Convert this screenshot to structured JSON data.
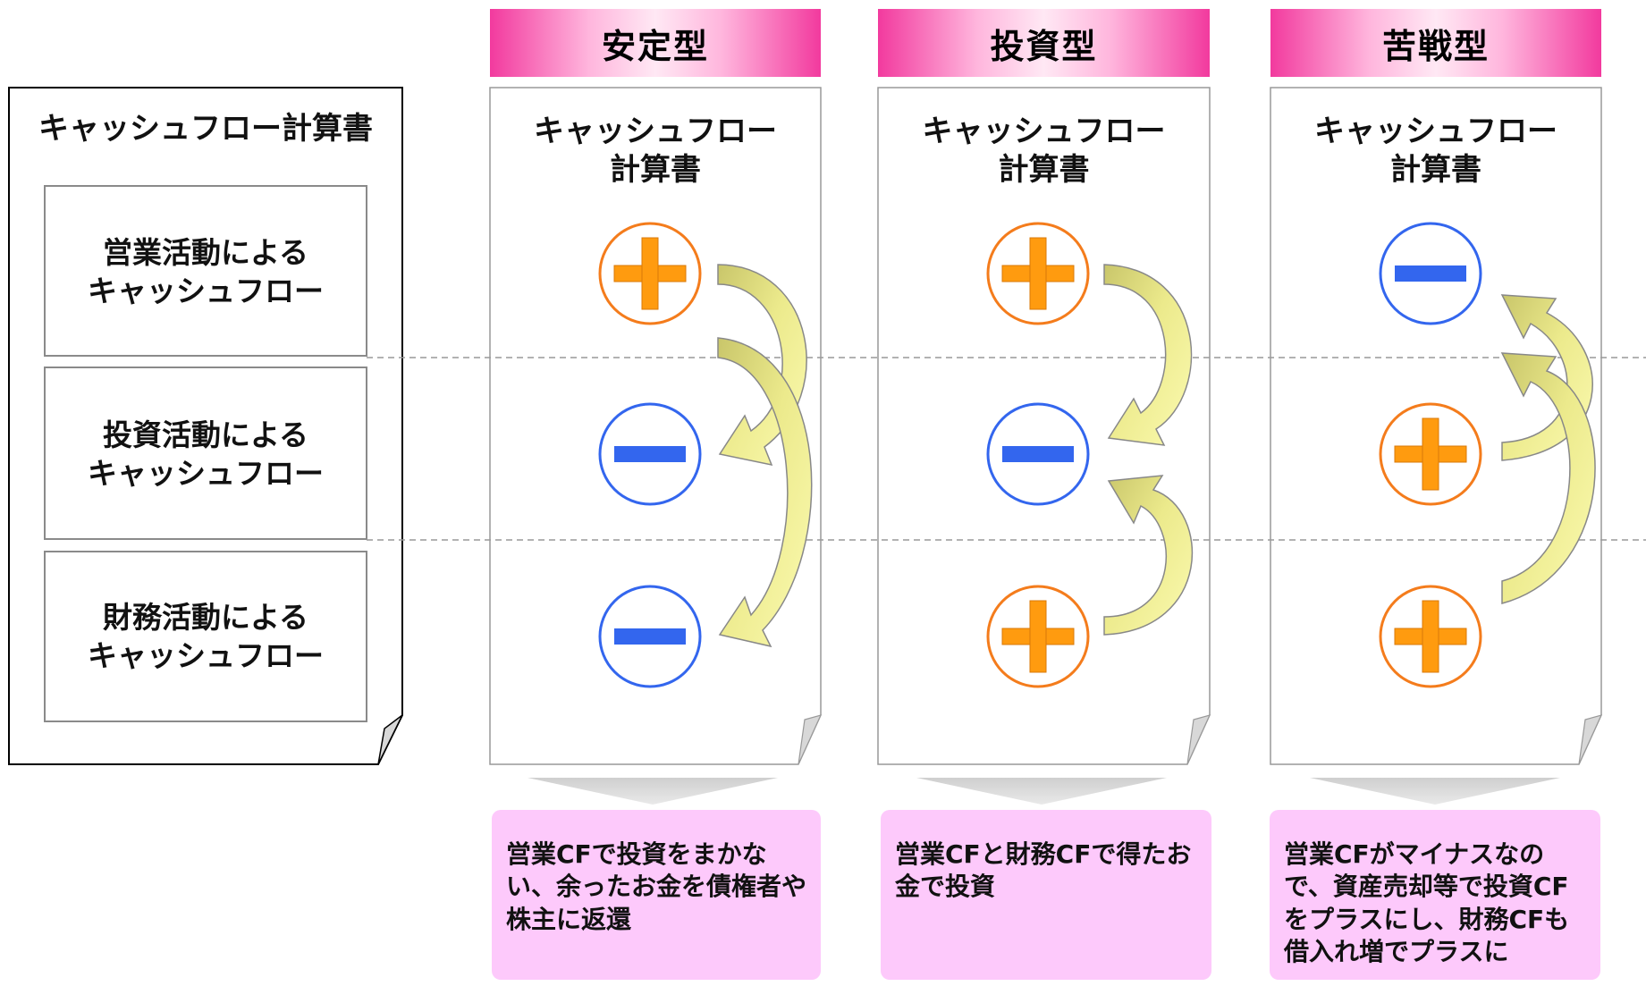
{
  "left_panel": {
    "title": "キャッシュフロー計算書",
    "sections": [
      {
        "line1": "営業活動による",
        "line2": "キャッシュフロー"
      },
      {
        "line1": "投資活動による",
        "line2": "キャッシュフロー"
      },
      {
        "line1": "財務活動による",
        "line2": "キャッシュフロー"
      }
    ]
  },
  "patterns": [
    {
      "label": "安定型",
      "card_title_line1": "キャッシュフロー",
      "card_title_line2": "計算書",
      "signs": [
        "+",
        "−",
        "−"
      ],
      "note": "営業CFで投資をまかない、余ったお金を債権者や株主に返還"
    },
    {
      "label": "投資型",
      "card_title_line1": "キャッシュフロー",
      "card_title_line2": "計算書",
      "signs": [
        "+",
        "−",
        "+"
      ],
      "note": "営業CFと財務CFで得たお金で投資"
    },
    {
      "label": "苦戦型",
      "card_title_line1": "キャッシュフロー",
      "card_title_line2": "計算書",
      "signs": [
        "−",
        "+",
        "+"
      ],
      "note": "営業CFがマイナスなので、資産売却等で投資CFをプラスにし、財務CFも借入れ増でプラスに"
    }
  ],
  "colors": {
    "header_pink": "#f23a9e",
    "plus_orange": "#ff9b0f",
    "plus_ring": "#f47c1c",
    "minus_blue": "#3366ee",
    "arrow_fill": "#f9f7a0",
    "note_bg": "#fdc9fb"
  }
}
